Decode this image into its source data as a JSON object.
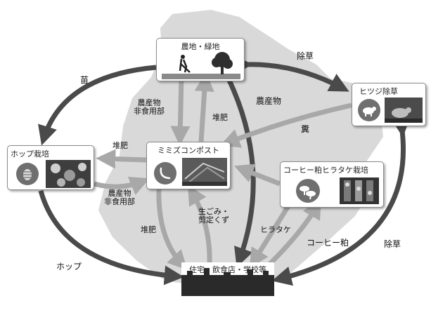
{
  "colors": {
    "arrow_dark": "#4a4a4a",
    "arrow_light": "#a8a8a8",
    "map_region": "#d9d9d9",
    "node_border": "#8a8a8a"
  },
  "nodes": {
    "farmland": {
      "label": "農地・緑地"
    },
    "sheep": {
      "label": "ヒツジ除草"
    },
    "hop": {
      "label": "ホップ栽培"
    },
    "compost": {
      "label": "ミミズコンポスト"
    },
    "coffee": {
      "label": "コーヒー粕ヒラタケ栽培"
    },
    "residential": {
      "label": "住宅・飲食店・学校等"
    }
  },
  "edges": {
    "seedling": "苗",
    "weeding_top": "除草",
    "nonedible_line1": "農産物",
    "nonedible_line2": "非食用部",
    "compost_top": "堆肥",
    "produce_top": "農産物",
    "dung": "糞",
    "compost_left": "堆肥",
    "hop_nonedible_line1": "農産物",
    "hop_nonedible_line2": "非食用部",
    "compost_bottom": "堆肥",
    "waste_line1": "生ごみ・",
    "waste_line2": "剪定くず",
    "oyster": "ヒラタケ",
    "coffee_grounds": "コーヒー粕",
    "weeding_right": "除草",
    "hop_product": "ホップ"
  }
}
